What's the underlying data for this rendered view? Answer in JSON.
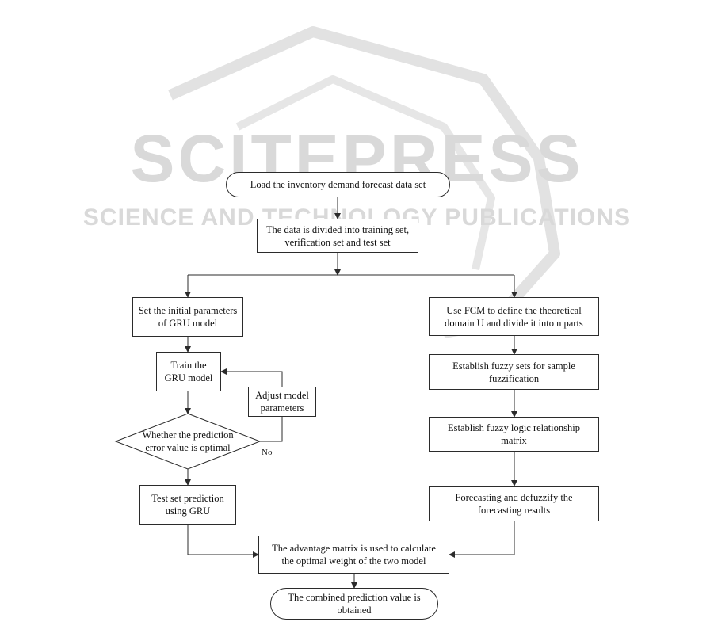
{
  "watermark": {
    "brand": "SCITEPRESS",
    "tagline": "SCIENCE AND TECHNOLOGY PUBLICATIONS"
  },
  "flowchart": {
    "start": "Load the inventory demand forecast data set",
    "split": "The data is divided into training set,\nverification set and test set",
    "gru_init": "Set the initial parameters\nof GRU model",
    "gru_train": "Train the\nGRU model",
    "gru_adjust": "Adjust model\nparameters",
    "gru_decision": "Whether the prediction\nerror value is optimal",
    "gru_decision_no": "No",
    "gru_test": "Test set prediction\nusing GRU",
    "fcm_define": "Use FCM to define the theoretical\ndomain U and divide it into n parts",
    "fuzzy_sets": "Establish fuzzy sets for sample\nfuzzification",
    "fuzzy_logic": "Establish fuzzy logic relationship\nmatrix",
    "forecast": "Forecasting and defuzzify the\nforecasting results",
    "advantage": "The advantage matrix is used to calculate\nthe optimal weight of the two model",
    "end": "The combined prediction value is\nobtained"
  },
  "colors": {
    "line": "#2b2b2b",
    "watermark": "#d9d9d9"
  }
}
